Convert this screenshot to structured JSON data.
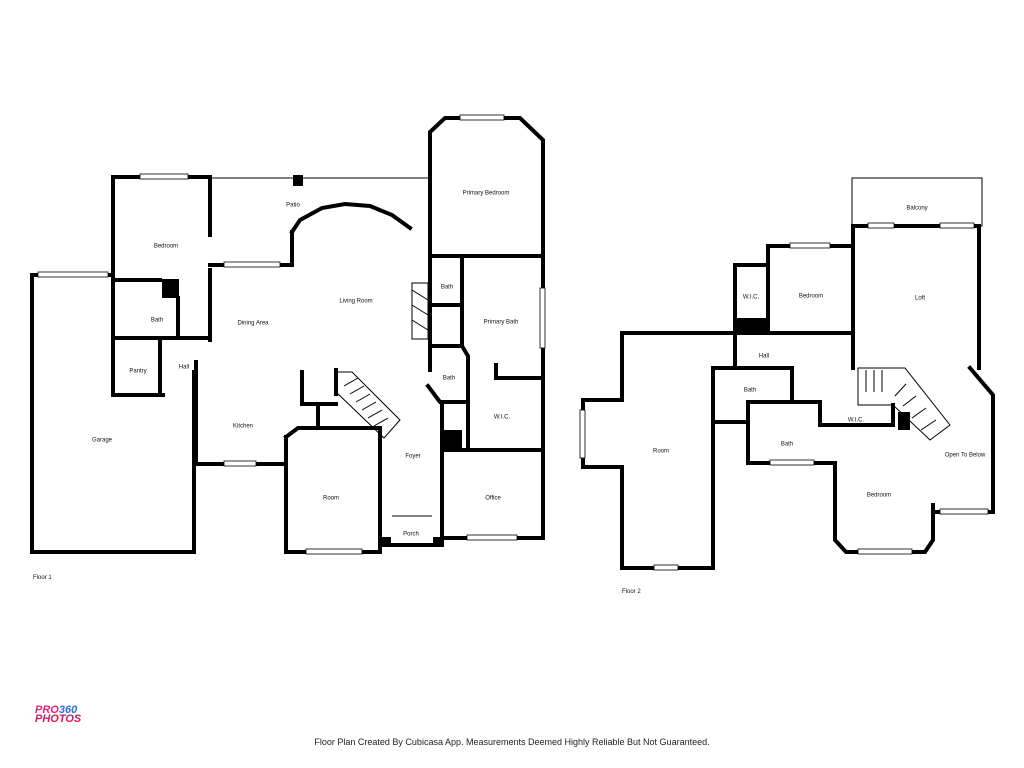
{
  "floor1": {
    "label": "Floor 1",
    "rooms": {
      "garage": "Garage",
      "bedroom": "Bedroom",
      "bath_left": "Bath",
      "pantry": "Pantry",
      "hall": "Hall",
      "patio": "Patio",
      "dining_area": "Dining Area",
      "living_room": "Living Room",
      "kitchen": "Kitchen",
      "room": "Room",
      "foyer": "Foyer",
      "porch": "Porch",
      "primary_bedroom": "Primary Bedroom",
      "bath_small": "Bath",
      "primary_bath": "Primary Bath",
      "bath_mid": "Bath",
      "wic": "W.I.C.",
      "office": "Office"
    }
  },
  "floor2": {
    "label": "Floor 2",
    "rooms": {
      "balcony": "Balcony",
      "wic": "W.I.C.",
      "bedroom_top": "Bedroom",
      "loft": "Loft",
      "hall": "Hall",
      "bath_upper": "Bath",
      "bath_lower": "Bath",
      "room": "Room",
      "wic_small": "W.I.C.",
      "bedroom_bottom": "Bedroom",
      "open_to_below": "Open To Below"
    }
  },
  "footer": "Floor Plan Created By Cubicasa App. Measurements Deemed Highly Reliable But Not Guaranteed.",
  "logo": {
    "line1_a": "PRO",
    "line1_b": "36",
    "line1_c": "0",
    "line2": "PHOTOS"
  },
  "colors": {
    "walls": "#000000",
    "logo_pink": "#e0267a",
    "logo_blue": "#2d6cdf"
  }
}
